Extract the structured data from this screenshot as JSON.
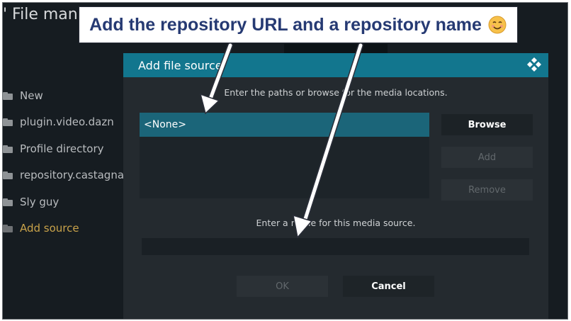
{
  "screen": {
    "title": "' File mana"
  },
  "sidebar": {
    "items": [
      {
        "label": "New"
      },
      {
        "label": "plugin.video.dazn"
      },
      {
        "label": "Profile directory"
      },
      {
        "label": "repository.castagnait"
      },
      {
        "label": "Sly guy"
      },
      {
        "label": "Add source"
      }
    ]
  },
  "dialog": {
    "title": "Add file source",
    "paths_hint": "Enter the paths or browse for the media locations.",
    "path_list": [
      "<None>"
    ],
    "name_hint": "Enter a name for this media source.",
    "name_value": "",
    "buttons": {
      "browse": "Browse",
      "add": "Add",
      "remove": "Remove",
      "ok": "OK",
      "cancel": "Cancel"
    }
  },
  "annotation": {
    "callout": "Add the repository URL and a repository name",
    "emoji": "smiling-face-icon"
  },
  "colors": {
    "header": "#12768e",
    "selected_row": "#1b6579",
    "active_item": "#c8a24a",
    "callout_text": "#263a73"
  }
}
